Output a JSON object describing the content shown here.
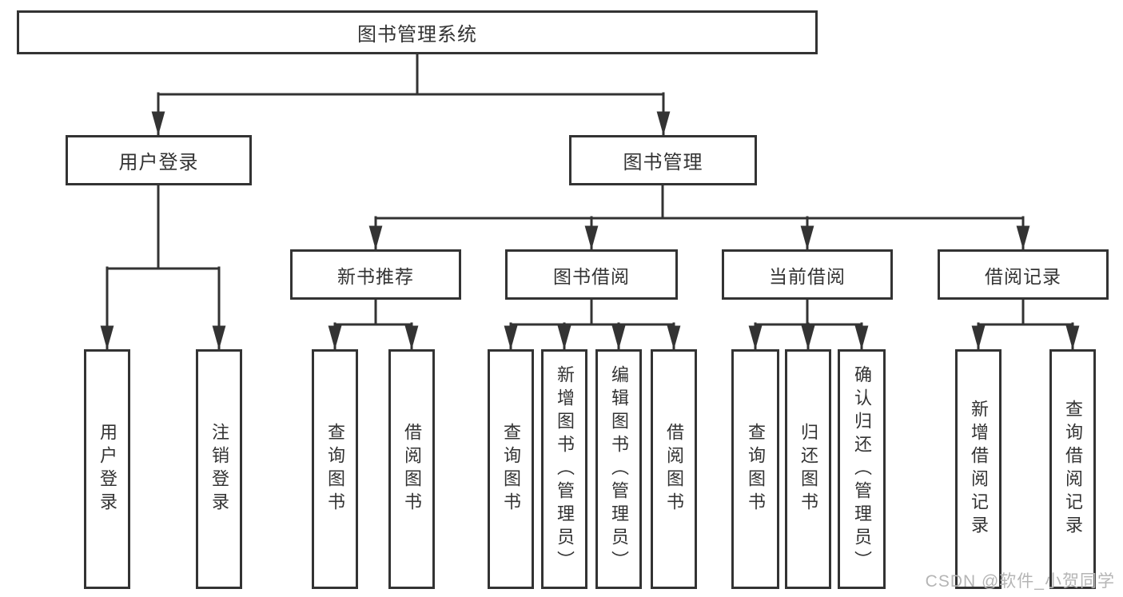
{
  "tree": {
    "root": {
      "label": "图书管理系统",
      "children": [
        {
          "label": "用户登录",
          "children": [
            {
              "label": "用户登录"
            },
            {
              "label": "注销登录"
            }
          ]
        },
        {
          "label": "图书管理",
          "children": [
            {
              "label": "新书推荐",
              "children": [
                {
                  "label": "查询图书"
                },
                {
                  "label": "借阅图书"
                }
              ]
            },
            {
              "label": "图书借阅",
              "children": [
                {
                  "label": "查询图书"
                },
                {
                  "label": "新增图书（管理员）"
                },
                {
                  "label": "编辑图书（管理员）"
                },
                {
                  "label": "借阅图书"
                }
              ]
            },
            {
              "label": "当前借阅",
              "children": [
                {
                  "label": "查询图书"
                },
                {
                  "label": "归还图书"
                },
                {
                  "label": "确认归还（管理员）"
                }
              ]
            },
            {
              "label": "借阅记录",
              "children": [
                {
                  "label": "新增借阅记录"
                },
                {
                  "label": "查询借阅记录"
                }
              ]
            }
          ]
        }
      ]
    }
  },
  "watermark": {
    "text": "CSDN @软件_小贺同学"
  },
  "colors": {
    "line": "#333333",
    "box_border": "#333333",
    "text": "#333333",
    "watermark": "#b5b5b5",
    "background": "#ffffff"
  }
}
